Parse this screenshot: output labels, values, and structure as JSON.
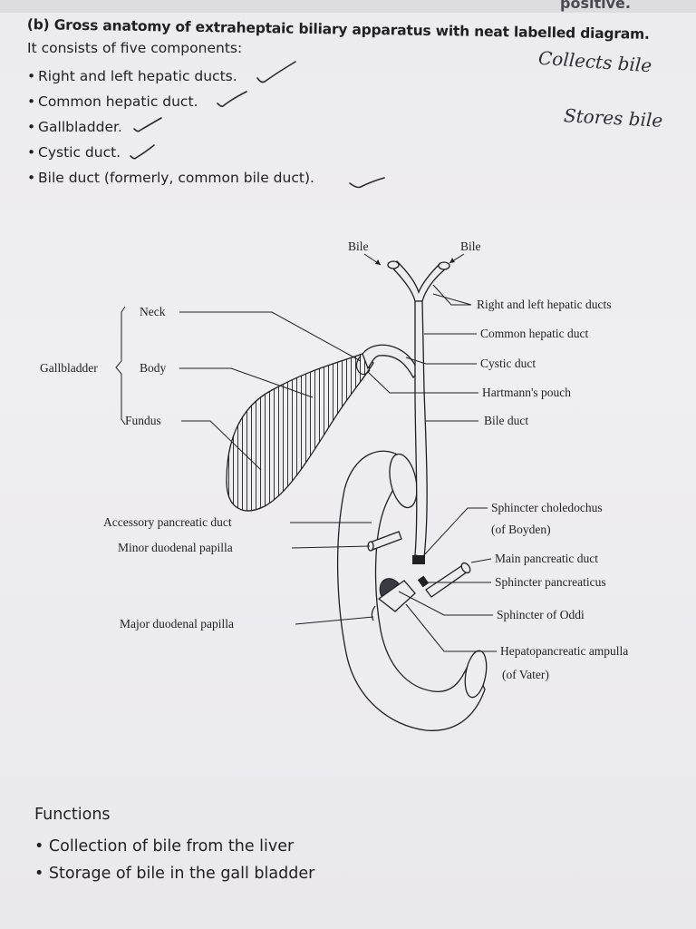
{
  "header_fragment": "positive.",
  "heading": "(b) Gross anatomy of extraheptaic biliary apparatus with neat labelled diagram.",
  "intro": "It consists of five components:",
  "components": [
    "Right and left hepatic ducts.",
    "Common hepatic duct.",
    "Gallbladder.",
    "Cystic duct.",
    "Bile duct (formerly, common bile duct)."
  ],
  "handwritten_notes": [
    "Collects bile",
    "Stores bile"
  ],
  "diagram": {
    "labels_left": {
      "gallbladder": "Gallbladder",
      "neck": "Neck",
      "body": "Body",
      "fundus": "Fundus",
      "accessory_pancreatic_duct": "Accessory pancreatic duct",
      "minor_duodenal_papilla": "Minor duodenal papilla",
      "major_duodenal_papilla": "Major duodenal papilla"
    },
    "labels_top": {
      "bile_left": "Bile",
      "bile_right": "Bile"
    },
    "labels_right": {
      "hepatic_ducts": "Right and left hepatic ducts",
      "common_hepatic_duct": "Common hepatic duct",
      "cystic_duct": "Cystic duct",
      "hartmanns_pouch": "Hartmann's pouch",
      "bile_duct": "Bile duct",
      "sphincter_choledochus_1": "Sphincter choledochus",
      "sphincter_choledochus_2": "(of Boyden)",
      "main_pancreatic_duct": "Main pancreatic duct",
      "sphincter_pancreaticus": "Sphincter pancreaticus",
      "sphincter_of_oddi": "Sphincter of Oddi",
      "hepatopancreatic_ampulla_1": "Hepatopancreatic ampulla",
      "hepatopancreatic_ampulla_2": "(of Vater)"
    }
  },
  "functions": {
    "title": "Functions",
    "items": [
      "Collection of bile from the liver",
      "Storage of bile in the gall bladder"
    ]
  }
}
